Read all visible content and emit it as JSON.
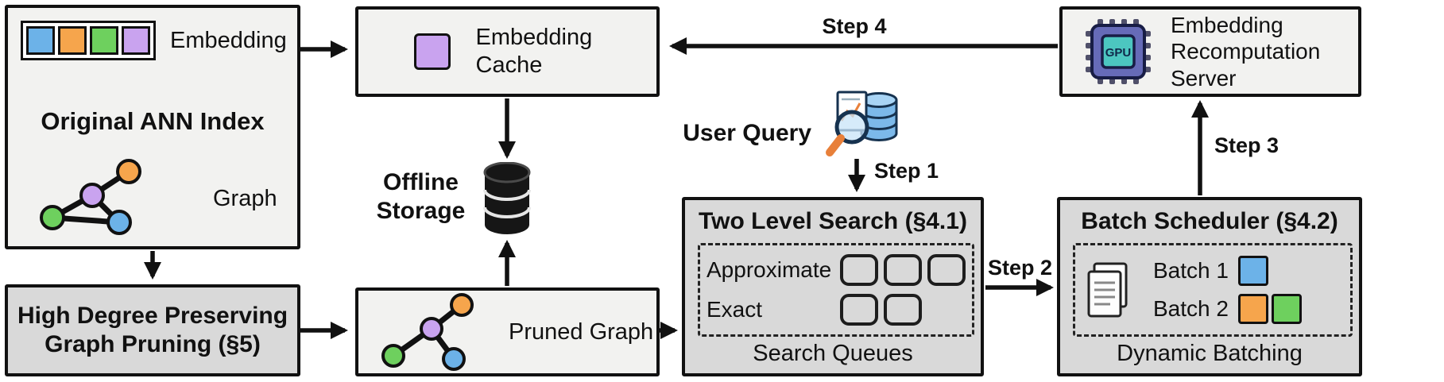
{
  "colors": {
    "blue": "#6cb2e8",
    "orange": "#f6a54c",
    "green": "#6ed05e",
    "purple": "#c9a3ef",
    "light_box": "#f2f2f0",
    "dark_box": "#d9d9d9"
  },
  "boxes": {
    "original_index": {
      "embedding_label": "Embedding",
      "title": "Original ANN Index",
      "graph_label": "Graph"
    },
    "embedding_cache": {
      "label": "Embedding Cache"
    },
    "recomputation_server": {
      "label": "Embedding Recomputation Server"
    },
    "two_level_search": {
      "title": "Two Level Search (§4.1)",
      "approximate_label": "Approximate",
      "exact_label": "Exact",
      "footer": "Search Queues"
    },
    "batch_scheduler": {
      "title": "Batch Scheduler (§4.2)",
      "batch1_label": "Batch 1",
      "batch2_label": "Batch 2",
      "footer": "Dynamic Batching"
    },
    "graph_pruning": {
      "title": "High Degree Preserving Graph Pruning (§5)"
    },
    "pruned_graph": {
      "label": "Pruned Graph"
    }
  },
  "labels": {
    "offline_storage": "Offline Storage",
    "user_query": "User Query",
    "gpu_chip": "GPU"
  },
  "steps": [
    {
      "label": "Step 1"
    },
    {
      "label": "Step 2"
    },
    {
      "label": "Step 3"
    },
    {
      "label": "Step 4"
    }
  ]
}
